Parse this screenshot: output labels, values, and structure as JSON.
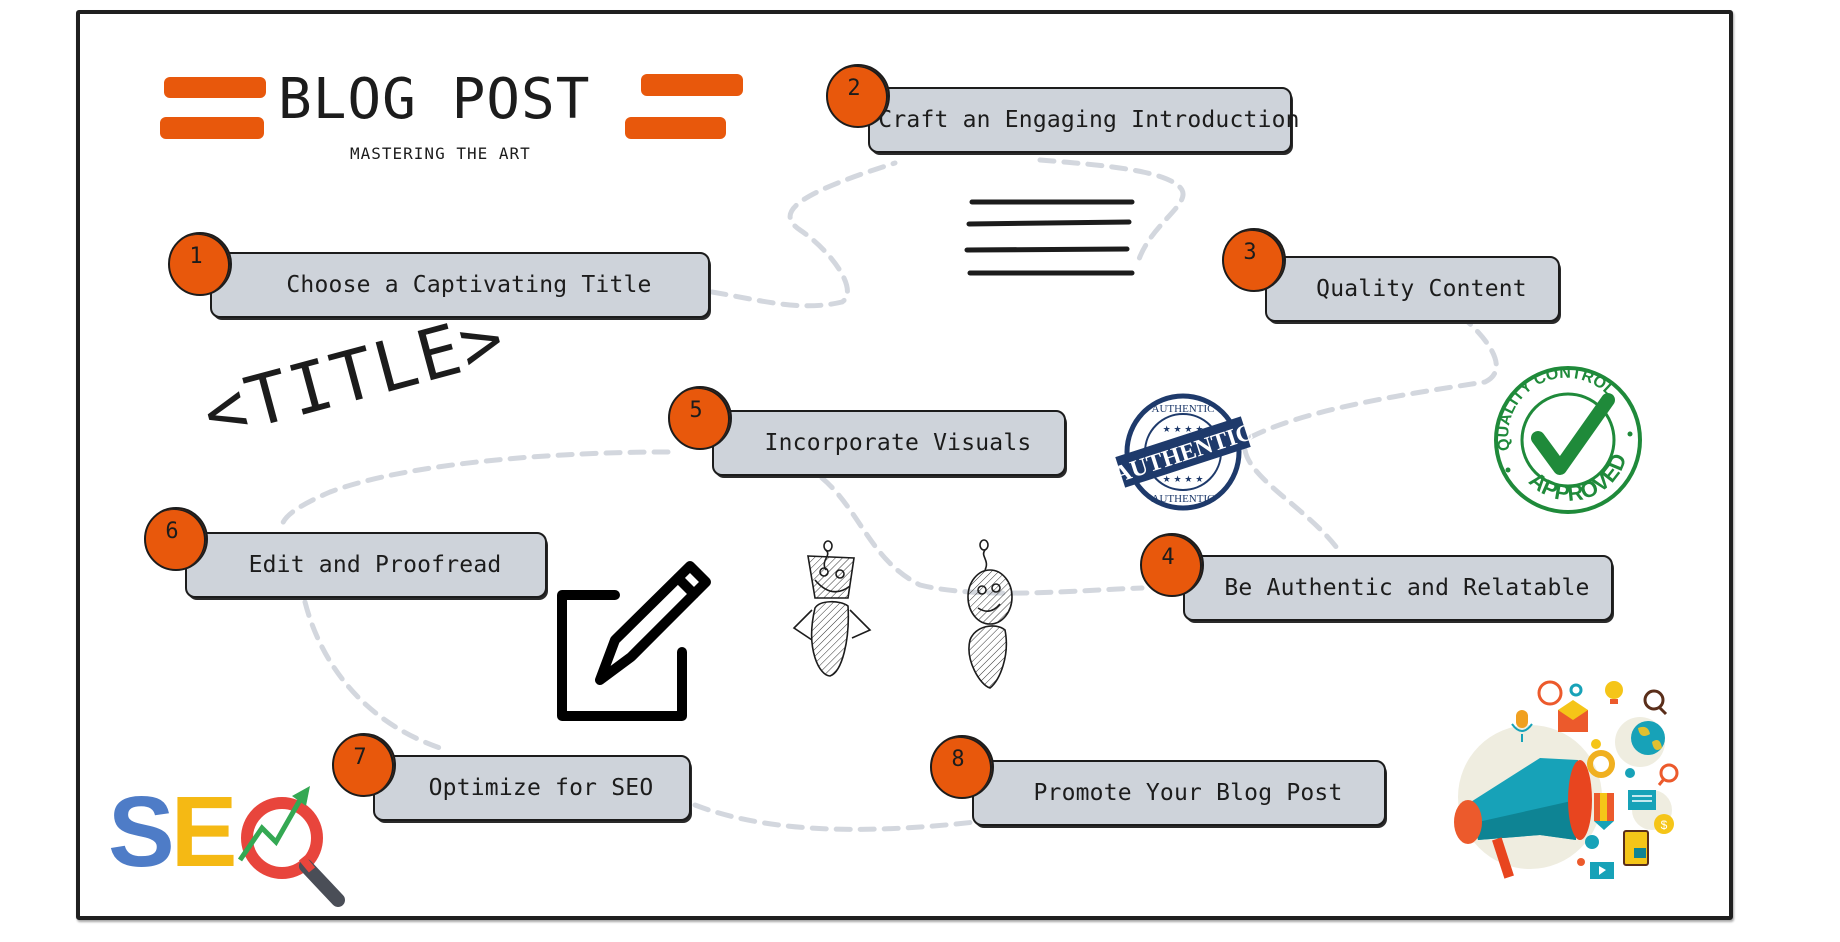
{
  "header": {
    "title": "BLOG POST",
    "subtitle": "MASTERING THE ART"
  },
  "steps": [
    {
      "number": "1",
      "label": "Choose a Captivating Title"
    },
    {
      "number": "2",
      "label": "Craft an Engaging Introduction"
    },
    {
      "number": "3",
      "label": "Quality Content"
    },
    {
      "number": "4",
      "label": "Be Authentic and Relatable"
    },
    {
      "number": "5",
      "label": "Incorporate Visuals"
    },
    {
      "number": "6",
      "label": "Edit and Proofread"
    },
    {
      "number": "7",
      "label": "Optimize for SEO"
    },
    {
      "number": "8",
      "label": "Promote Your Blog Post"
    }
  ],
  "decorations": {
    "title_tag": "<TITLE>",
    "authentic_stamp": {
      "main": "AUTHENTIC",
      "ring_top": "AUTHENTIC",
      "ring_bottom": "AUTHENTIC"
    },
    "quality_stamp": {
      "top": "QUALITY CONTROL",
      "bottom": "APPROVED"
    },
    "seo_logo": {
      "s": "S",
      "e": "E",
      "o": "O"
    },
    "icons": [
      "text-lines-icon",
      "edit-pencil-icon",
      "robot-square-head-icon",
      "robot-round-head-icon",
      "megaphone-icon"
    ]
  },
  "colors": {
    "accent": "#e8580c",
    "box_fill": "#ced3da",
    "ink": "#1c1c1c",
    "path": "#d3d7de",
    "authentic_blue": "#1e3a6b",
    "approved_green": "#1f8a3a",
    "seo_blue": "#4e7cc7",
    "seo_yellow": "#f5b914",
    "seo_red": "#e8453c",
    "seo_green": "#34a853"
  }
}
